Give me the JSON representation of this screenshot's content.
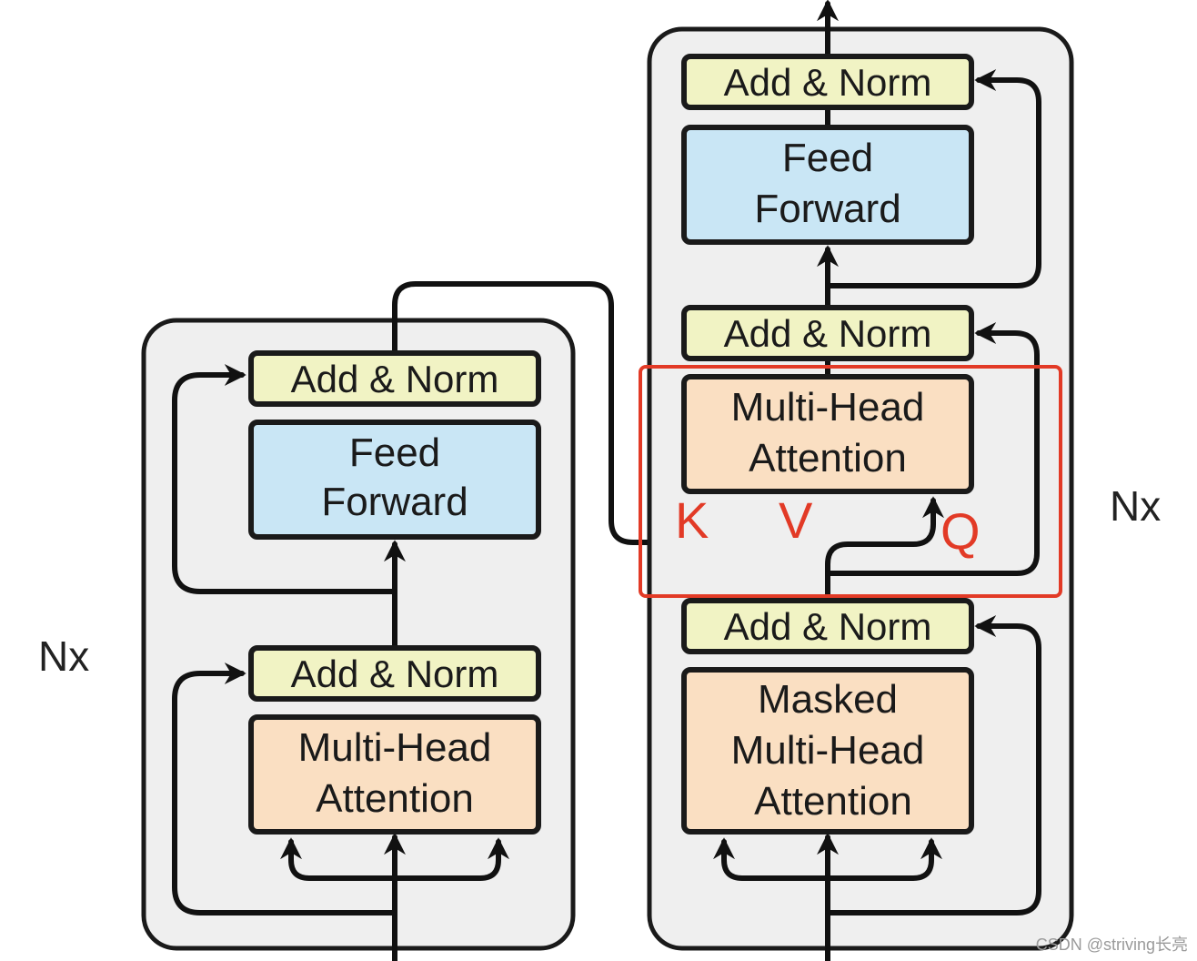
{
  "encoder": {
    "add_norm_top": "Add & Norm",
    "feed_forward_line1": "Feed",
    "feed_forward_line2": "Forward",
    "add_norm_bottom": "Add & Norm",
    "mha_line1": "Multi-Head",
    "mha_line2": "Attention",
    "repeat_label": "Nx"
  },
  "decoder": {
    "add_norm_top": "Add & Norm",
    "feed_forward_line1": "Feed",
    "feed_forward_line2": "Forward",
    "add_norm_mid": "Add & Norm",
    "cross_mha_line1": "Multi-Head",
    "cross_mha_line2": "Attention",
    "add_norm_bottom": "Add & Norm",
    "masked_line1": "Masked",
    "masked_line2": "Multi-Head",
    "masked_line3": "Attention",
    "repeat_label": "Nx"
  },
  "annotations": {
    "k_label": "K",
    "v_label": "V",
    "q_label": "Q",
    "highlight_color": "#e23a26"
  },
  "watermark": "CSDN @striving长亮",
  "colors": {
    "add_norm": "#f1f3c4",
    "feed_forward": "#c9e6f5",
    "attention": "#fadfc2",
    "stack_background": "#efefef"
  }
}
